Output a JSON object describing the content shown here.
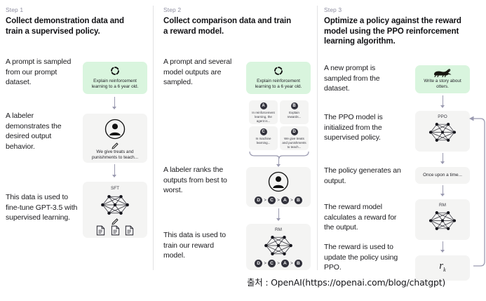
{
  "meta": {
    "accent_green": "#d9f5de",
    "card_gray": "#f4f4f3",
    "arrow_color": "#9a9ab0",
    "chip_color": "#32323c"
  },
  "columns": [
    {
      "step_label": "Step 1",
      "title": "Collect demonstration data and train a supervised policy.",
      "paragraphs": [
        "A prompt is sampled from our prompt dataset.",
        "A labeler demonstrates the desired output behavior.",
        "This data is used to fine-tune GPT-3.5 with supervised learning."
      ],
      "cards": [
        {
          "kind": "prompt-green",
          "icon": "loading-spinner-icon",
          "caption": "Explain reinforcement learning to a 6 year old."
        },
        {
          "kind": "labeler",
          "icon": "person-avatar-icon",
          "sub_icon": "pencil-icon",
          "caption": "We give treats and punishments to teach..."
        },
        {
          "kind": "model",
          "tag": "SFT",
          "icon": "neural-network-icon",
          "sub_icon": "pencil-icon",
          "docs": 3
        }
      ]
    },
    {
      "step_label": "Step 2",
      "title": "Collect comparison data and train a reward model.",
      "paragraphs": [
        "A prompt and several model outputs are sampled.",
        "A labeler ranks the outputs from best to worst.",
        "This data is used to train our reward model."
      ],
      "cards": [
        {
          "kind": "prompt-green",
          "icon": "loading-spinner-icon",
          "caption": "Explain reinforcement learning to a 6 year old."
        },
        {
          "kind": "options",
          "options": [
            {
              "letter": "A",
              "text": "In reinforcement learning, the agent is..."
            },
            {
              "letter": "B",
              "text": "Explain rewards..."
            },
            {
              "letter": "C",
              "text": "In machine learning..."
            },
            {
              "letter": "D",
              "text": "We give treats and punishments to teach..."
            }
          ]
        },
        {
          "kind": "labeler-rank",
          "icon": "person-avatar-icon",
          "ranking": [
            "D",
            "C",
            "A",
            "B"
          ]
        },
        {
          "kind": "model-rank",
          "tag": "RM",
          "icon": "neural-network-icon",
          "ranking": [
            "D",
            "C",
            "A",
            "B"
          ]
        }
      ]
    },
    {
      "step_label": "Step 3",
      "title": "Optimize a policy against the reward model using the PPO reinforcement learning algorithm.",
      "paragraphs": [
        "A new prompt is sampled from the dataset.",
        "The PPO model is initialized from the supervised policy.",
        "The policy generates an output.",
        "The reward model calculates a reward for the output.",
        "The reward is used to update the policy using PPO."
      ],
      "cards": [
        {
          "kind": "prompt-green",
          "icon": "otter-icon",
          "caption": "Write a story about otters."
        },
        {
          "kind": "model",
          "tag": "PPO",
          "icon": "neural-network-icon"
        },
        {
          "kind": "output",
          "caption": "Once upon a time..."
        },
        {
          "kind": "model",
          "tag": "RM",
          "icon": "neural-network-icon"
        },
        {
          "kind": "reward",
          "symbol": "r",
          "subscript": "k"
        }
      ]
    }
  ],
  "caption": "출처 : OpenAI(https://openai.com/blog/chatgpt)"
}
